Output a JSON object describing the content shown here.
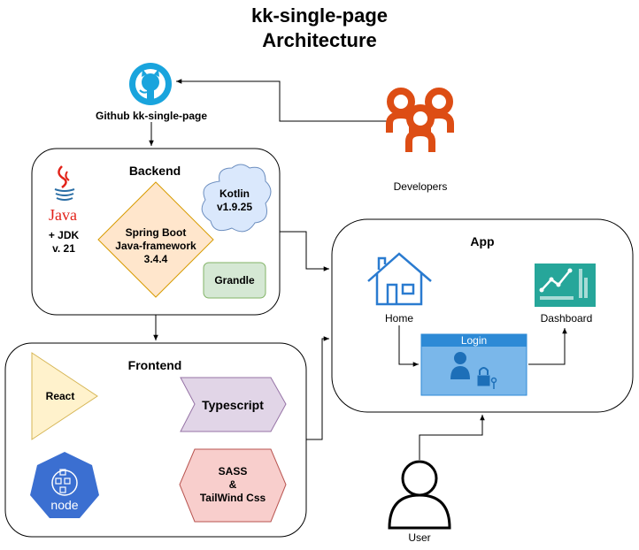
{
  "title": {
    "line1": "kk-single-page",
    "line2": "Architecture"
  },
  "github": {
    "label": "Github kk-single-page"
  },
  "developers": {
    "label": "Developers"
  },
  "backend": {
    "title": "Backend",
    "java_logo_text": "Java",
    "jdk": "+ JDK\nv. 21",
    "spring": "Spring Boot\nJava-framework\n3.4.4",
    "kotlin": "Kotlin\nv1.9.25",
    "gradle": "Grandle"
  },
  "frontend": {
    "title": "Frontend",
    "react": "React",
    "typescript": "Typescript",
    "node": "node",
    "sass": "SASS\n&\nTailWind Css"
  },
  "app": {
    "title": "App",
    "home": "Home",
    "dashboard": "Dashboard",
    "login": "Login"
  },
  "user": {
    "label": "User"
  },
  "colors": {
    "developers": "#dd4d14",
    "github": "#19a4dd",
    "home": "#2a7bd0",
    "dashboard": "#26a69a",
    "login_fill": "#7ab7ea",
    "login_header": "#2d8ad6",
    "node": "#3b6fd1",
    "spring_fill": "#ffe6cc",
    "spring_stroke": "#d79b00",
    "kotlin_fill": "#dae8fc",
    "gradle_fill": "#d5e8d4",
    "react_fill": "#fff2cc",
    "typescript_fill": "#e1d5e7",
    "sass_fill": "#f8cecc"
  }
}
